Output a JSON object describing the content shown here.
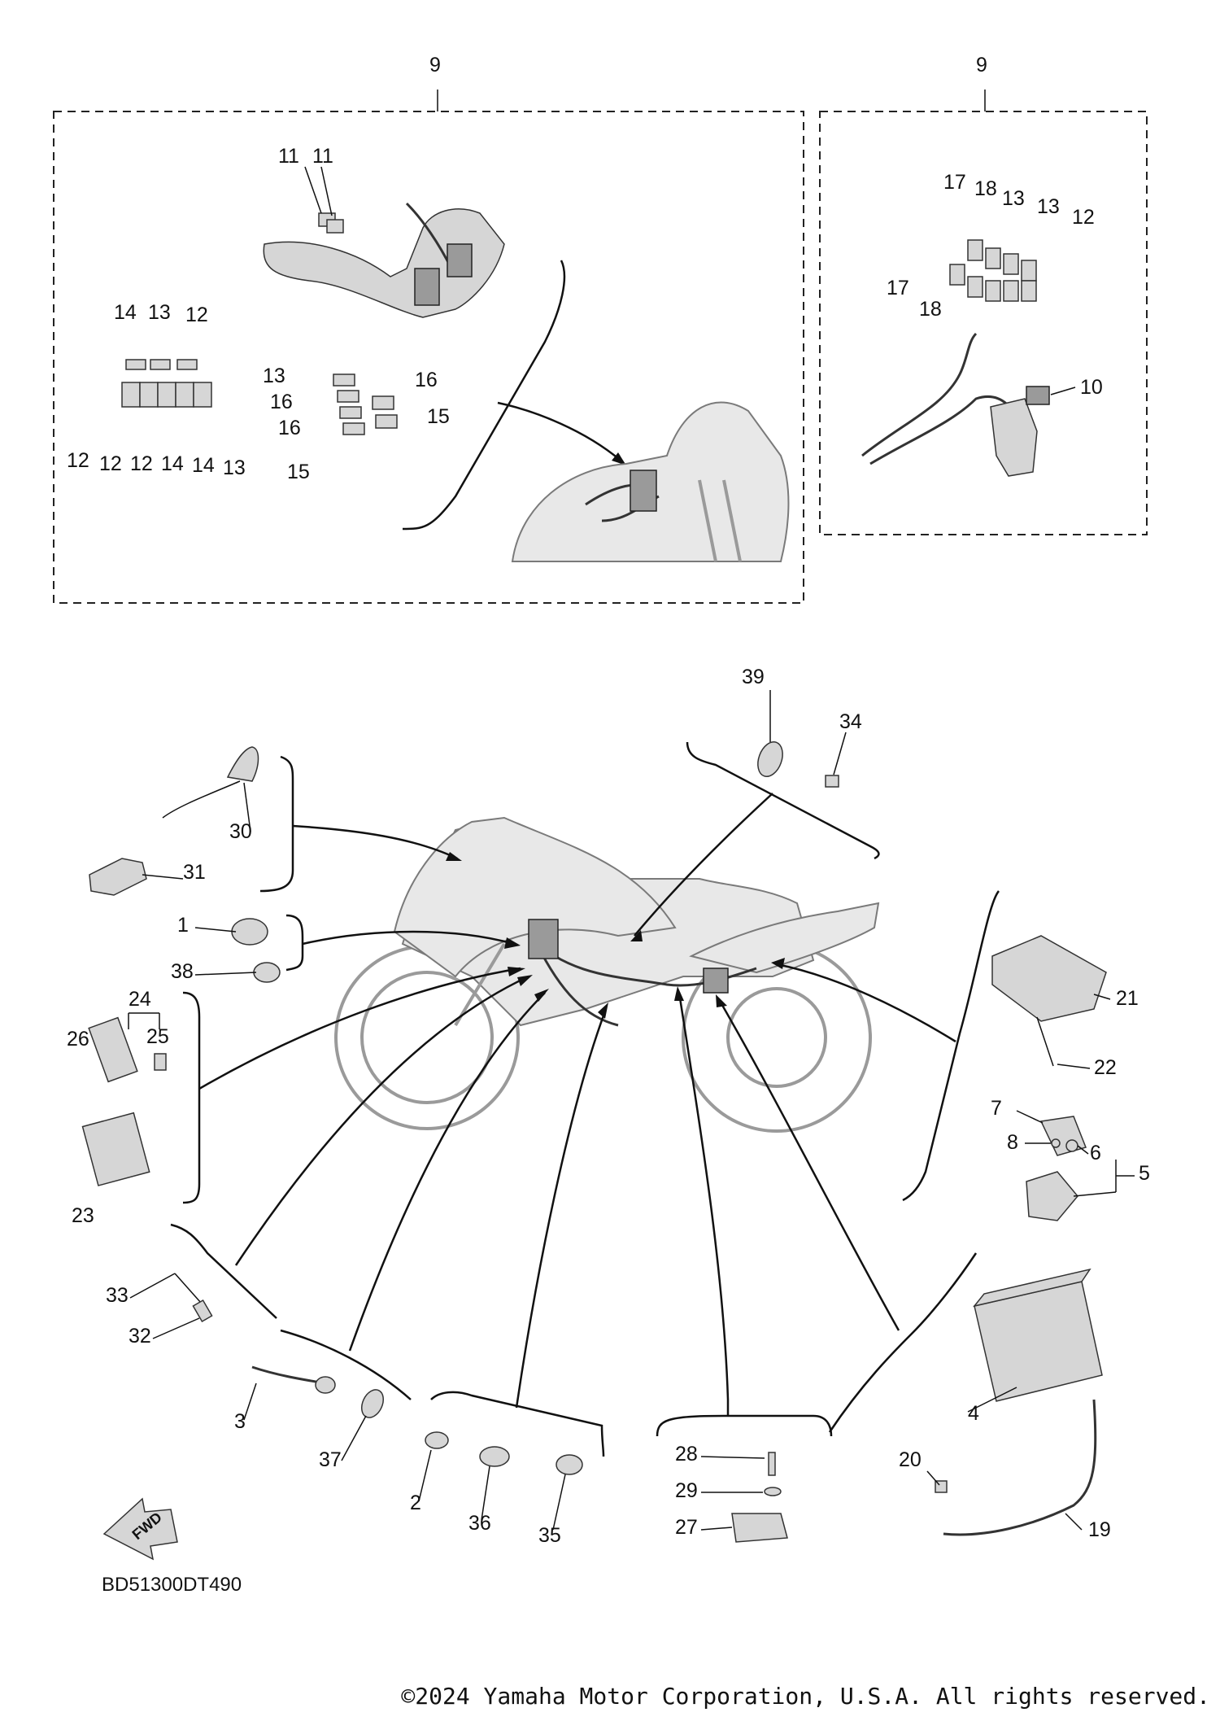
{
  "diagram": {
    "code": "BD51300DT490",
    "fwd_label": "FWD",
    "copyright": "©2024 Yamaha Motor Corporation, U.S.A. All rights reserved.",
    "callouts": [
      "9",
      "9",
      "11",
      "11",
      "14",
      "13",
      "12",
      "12",
      "12",
      "12",
      "14",
      "14",
      "13",
      "13",
      "16",
      "16",
      "16",
      "15",
      "15",
      "17",
      "18",
      "13",
      "13",
      "12",
      "17",
      "18",
      "10",
      "39",
      "34",
      "30",
      "31",
      "1",
      "38",
      "24",
      "25",
      "26",
      "23",
      "21",
      "22",
      "7",
      "8",
      "6",
      "5",
      "33",
      "32",
      "3",
      "37",
      "2",
      "36",
      "35",
      "28",
      "29",
      "27",
      "4",
      "20",
      "19"
    ]
  }
}
